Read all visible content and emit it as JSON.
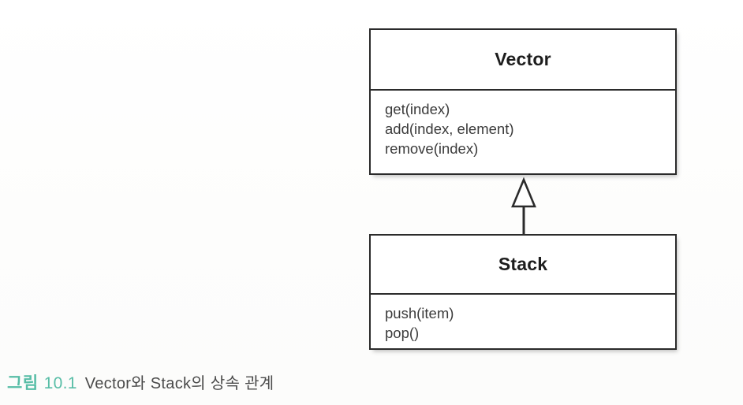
{
  "diagram": {
    "type": "uml-class-diagram",
    "relationship": "generalization-inheritance",
    "arrow_icon": "hollow-triangle-inheritance-arrow",
    "classes": [
      {
        "id": "vector",
        "name": "Vector",
        "role": "superclass",
        "methods": [
          "get(index)",
          "add(index, element)",
          "remove(index)"
        ]
      },
      {
        "id": "stack",
        "name": "Stack",
        "role": "subclass",
        "methods": [
          "push(item)",
          "pop()"
        ]
      }
    ]
  },
  "caption": {
    "label": "그림",
    "number": "10.1",
    "text": "Vector와 Stack의 상속 관계"
  },
  "colors": {
    "caption_accent": "#57bda6",
    "box_border": "#2b2b2b",
    "box_fill": "#ffffff",
    "method_text": "#3b3b3b",
    "title_text": "#1d1d1d",
    "page_background": "#fefefe"
  }
}
